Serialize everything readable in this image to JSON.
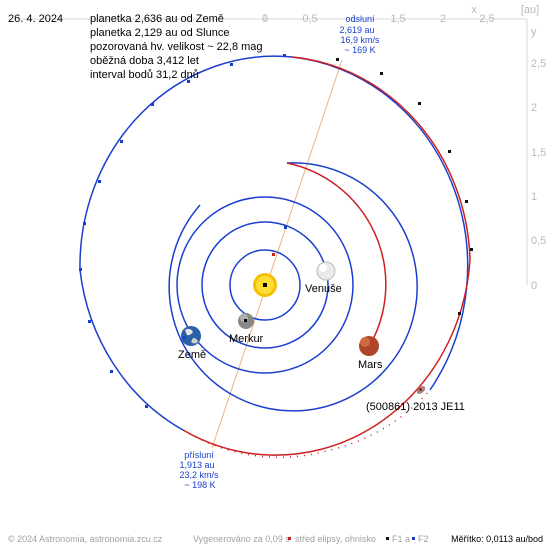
{
  "header": {
    "date": "26. 4. 2024",
    "lines": [
      "planetka 2,636 au od Země",
      "planetka 2,129 au od Slunce",
      "pozorovaná hv. velikost ~ 22,8 mag",
      "oběžná doba 3,412 let",
      "interval bodů 31,2 dnů"
    ]
  },
  "axes": {
    "unit": "[au]",
    "x_label": "x",
    "y_label": "y",
    "x_ticks": [
      "0",
      "0,5",
      "1",
      "1,5",
      "2",
      "2,5"
    ],
    "y_ticks": [
      "2,5",
      "2",
      "1,5",
      "1",
      "0,5",
      "0"
    ]
  },
  "aphelion": {
    "title": "odsluní",
    "distance": "2,619 au",
    "speed": "16,9 km/s",
    "temperature": "~ 169 K"
  },
  "perihelion": {
    "title": "přísluní",
    "distance": "1,913 au",
    "speed": "23,2 km/s",
    "temperature": "~ 198 K"
  },
  "bodies": {
    "venus": "Venuše",
    "mercury": "Merkur",
    "earth": "Země",
    "mars": "Mars",
    "asteroid": "(500861) 2013 JE11"
  },
  "footer": {
    "copyright": "© 2024 Astronomia, astronomia.zcu.cz",
    "generated": "Vygenerováno za 0,09 s",
    "legend_center": "střed elipsy, ohnisko",
    "legend_f1": "F1 a",
    "legend_f2": "F2",
    "scale": "Měřítko: 0,0113 au/bod"
  },
  "colors": {
    "orbit_blue": "#1a3fd0",
    "orbit_red": "#cc1f1f",
    "apsis_line": "#f0b080",
    "axis_grey": "#b8b8b8"
  }
}
